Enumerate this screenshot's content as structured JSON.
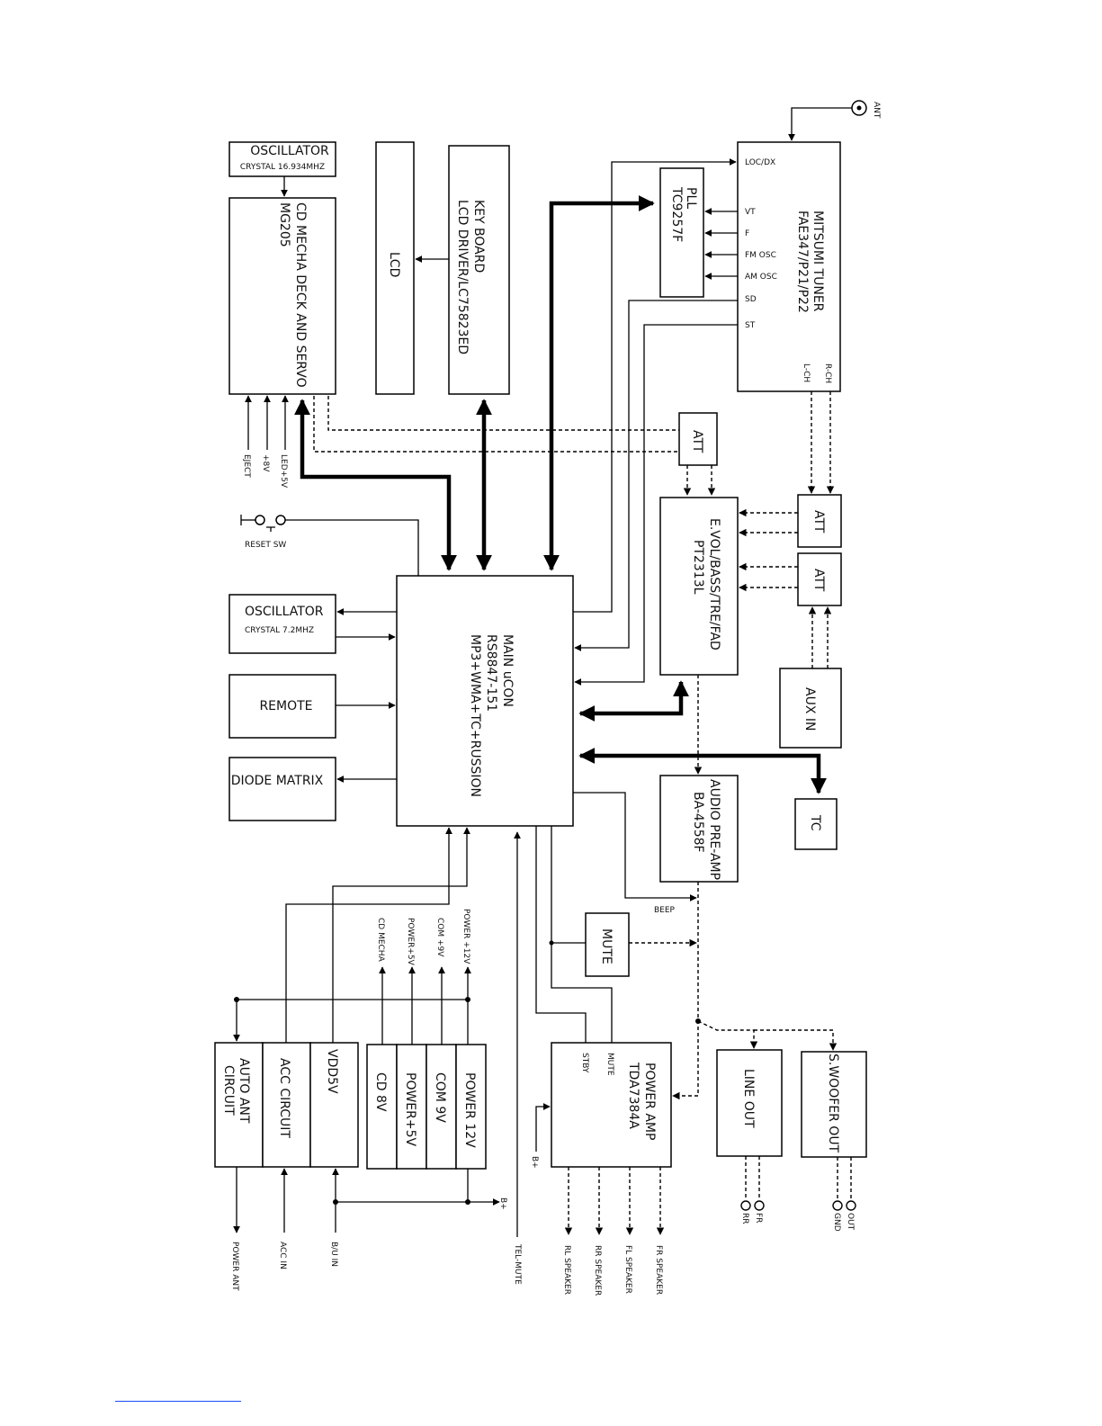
{
  "blocks": {
    "osc1": {
      "title": "OSCILLATOR",
      "sub": "CRYSTAL 16.934MHZ"
    },
    "cd": {
      "line1": "CD MECHA DECK AND SERVO",
      "line2": "MG205"
    },
    "lcd": {
      "label": "LCD"
    },
    "keyboard": {
      "line1": "KEY BOARD",
      "line2": "LCD DRIVER/LC75823ED"
    },
    "pll": {
      "line1": "PLL",
      "line2": "TC9257F"
    },
    "tuner": {
      "line1": "MITSUMI TUNER",
      "line2": "FAE347/P21/P22",
      "pins": {
        "locdx": "LOC/DX",
        "vt": "VT",
        "f": "F",
        "fmosc": "FM OSC",
        "amosc": "AM OSC",
        "sd": "SD",
        "st": "ST",
        "lch": "L-CH",
        "rch": "R-CH"
      }
    },
    "ant": "ANT",
    "att1": "ATT",
    "att2": "ATT",
    "att3": "ATT",
    "evol": {
      "line1": "E.VOL/BASS/TRE/FAD",
      "line2": "PT2313L"
    },
    "aux": "AUX IN",
    "reset": "RESET SW",
    "osc2": {
      "title": "OSCILLATOR",
      "sub": "CRYSTAL 7.2MHZ"
    },
    "remote": "REMOTE",
    "diode": "DIODE MATRIX",
    "mcu": {
      "line1": "MAIN uCON",
      "line2": "RS8847-151",
      "line3": "MP3+WMA+TC+RUSSION"
    },
    "preamp": {
      "line1": "AUDIO PRE-AMP",
      "line2": "BA-4558F"
    },
    "tc": "TC",
    "mute": "MUTE",
    "beep": "BEEP",
    "poweramp": {
      "line1": "POWER AMP",
      "line2": "TDA7384A",
      "stby": "STBY",
      "mute": "MUTE"
    },
    "lineout": "LINE OUT",
    "swoofer": "S.WOOFER OUT",
    "autoant": {
      "line1": "AUTO ANT",
      "line2": "CIRCUIT"
    },
    "acc": "ACC CIRCUIT",
    "vdd": "VDD5V",
    "cd8v": "CD 8V",
    "p5v": "POWER+5V",
    "com9v": "COM 9V",
    "p12v": "POWER 12V"
  },
  "signals": {
    "eject": "EJECT",
    "plus8v": "+8V",
    "led5v": "LED+5V",
    "cdmecha": "CD MECHA",
    "power5v": "POWER+5V",
    "com9v": "COM +9V",
    "power12v": "POWER +12V",
    "bplus1": "B+",
    "bplus2": "B+",
    "powerant": "POWER ANT",
    "accin": "ACC IN",
    "buin": "B/U IN",
    "telmute": "TEL-MUTE",
    "rlspk": "RL SPEAKER",
    "rrspk": "RR SPEAKER",
    "flspk": "FL SPEAKER",
    "frspk": "FR SPEAKER",
    "rr": "RR",
    "fr": "FR",
    "gnd": "GND",
    "out": "OUT"
  }
}
